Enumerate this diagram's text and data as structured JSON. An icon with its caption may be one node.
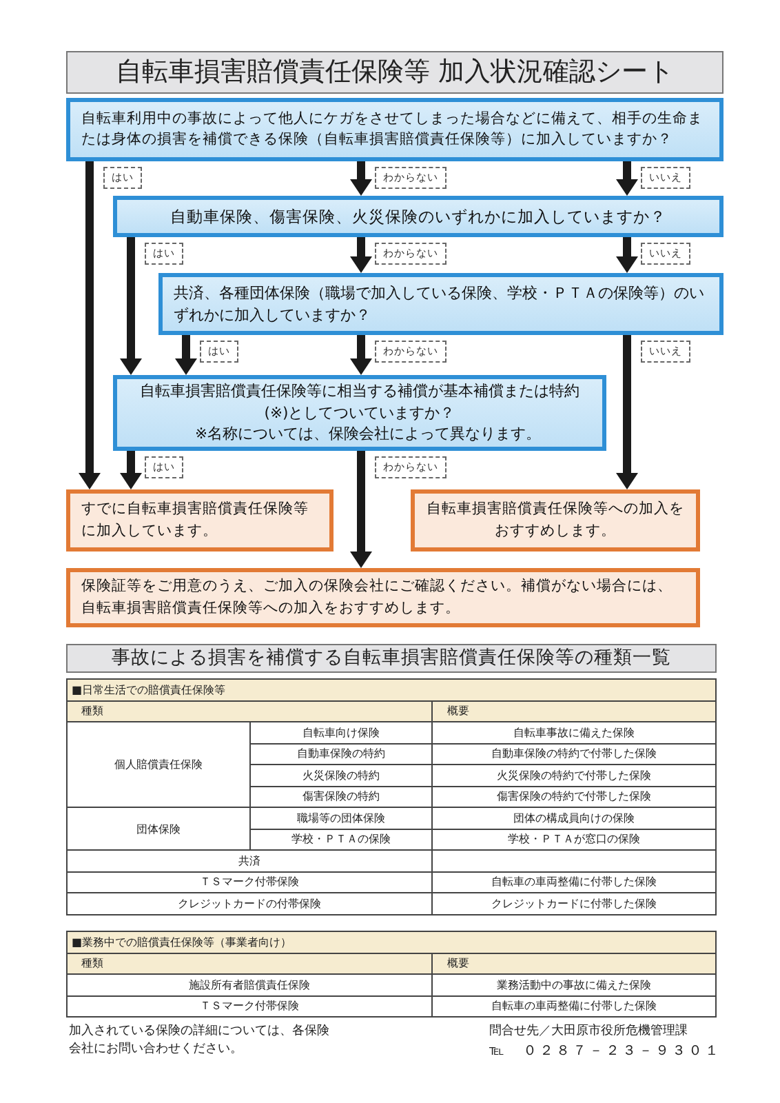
{
  "diagram": {
    "title": "自転車損害賠償責任保険等 加入状況確認シート",
    "nodes": [
      {
        "text": [
          "自転車利用中の事故によって他人にケガをさせてしまった場合などに備えて、相手の生命または身体の損害を補償できる保険（自転車損害賠償責任保険等）に加入していますか？"
        ]
      },
      {
        "text": [
          "自動車保険、傷害保険、火災保険のいずれかに加入していますか？"
        ]
      },
      {
        "text": [
          "共済、各種団体保険（職場で加入している保険、学校・ＰＴＡの保険等）のいずれかに加入していますか？"
        ]
      },
      {
        "text": [
          "自転車損害賠償責任保険等に相当する補償が基本補償または特約(※)としてついていますか？",
          "※名称については、保険会社によって異なります。"
        ]
      },
      {
        "text": [
          "すでに自転車損害賠償責任保険等に加入しています。"
        ]
      },
      {
        "text": [
          "自転車損害賠償責任保険等への加入をおすすめします。"
        ]
      },
      {
        "text": [
          "保険証等をご用意のうえ、ご加入の保険会社にご確認ください。補償がない場合には、自転車損害賠償責任保険等への加入をおすすめします。"
        ]
      }
    ],
    "edges": [
      {
        "from": 0,
        "to": 4,
        "arrow": "to",
        "label": "はい"
      },
      {
        "from": 0,
        "to": 1,
        "arrow": "to",
        "label": "わからない"
      },
      {
        "from": 0,
        "to": 1,
        "arrow": "to",
        "label": "いいえ"
      },
      {
        "from": 1,
        "to": 3,
        "arrow": "to",
        "label": "はい"
      },
      {
        "from": 1,
        "to": 2,
        "arrow": "to",
        "label": "わからない"
      },
      {
        "from": 1,
        "to": 2,
        "arrow": "to",
        "label": "いいえ"
      },
      {
        "from": 2,
        "to": 3,
        "arrow": "to",
        "label": "はい"
      },
      {
        "from": 2,
        "to": 3,
        "arrow": "to",
        "label": "わからない"
      },
      {
        "from": 2,
        "to": 5,
        "arrow": "to",
        "label": "いいえ"
      },
      {
        "from": 3,
        "to": 4,
        "arrow": "to",
        "label": "はい"
      },
      {
        "from": 3,
        "to": 6,
        "arrow": "to",
        "label": "わからない"
      }
    ],
    "labels": [
      "事故による損害を補償する自転車損害賠償責任保険等の種類一覧",
      "■日常生活での賠償責任保険等",
      "種類",
      "概要",
      "個人賠償責任保険",
      "自転車向け保険",
      "自転車事故に備えた保険",
      "自動車保険の特約",
      "自動車保険の特約で付帯した保険",
      "火災保険の特約",
      "火災保険の特約で付帯した保険",
      "傷害保険の特約",
      "傷害保険の特約で付帯した保険",
      "団体保険",
      "職場等の団体保険",
      "団体の構成員向けの保険",
      "学校・ＰＴＡの保険",
      "学校・ＰＴＡが窓口の保険",
      "共済",
      "ＴＳマーク付帯保険",
      "自転車の車両整備に付帯した保険",
      "クレジットカードの付帯保険",
      "クレジットカードに付帯した保険",
      "■業務中での賠償責任保険等（事業者向け）",
      "種類",
      "概要",
      "施設所有者賠償責任保険",
      "業務活動中の事故に備えた保険",
      "ＴＳマーク付帯保険",
      "自転車の車両整備に付帯した保険",
      "加入されている保険の詳細については、各保険会社にお問い合わせください。",
      "問合せ先／大田原市役所危機管理課",
      "℡　０２８７－２３－９３０１"
    ]
  }
}
